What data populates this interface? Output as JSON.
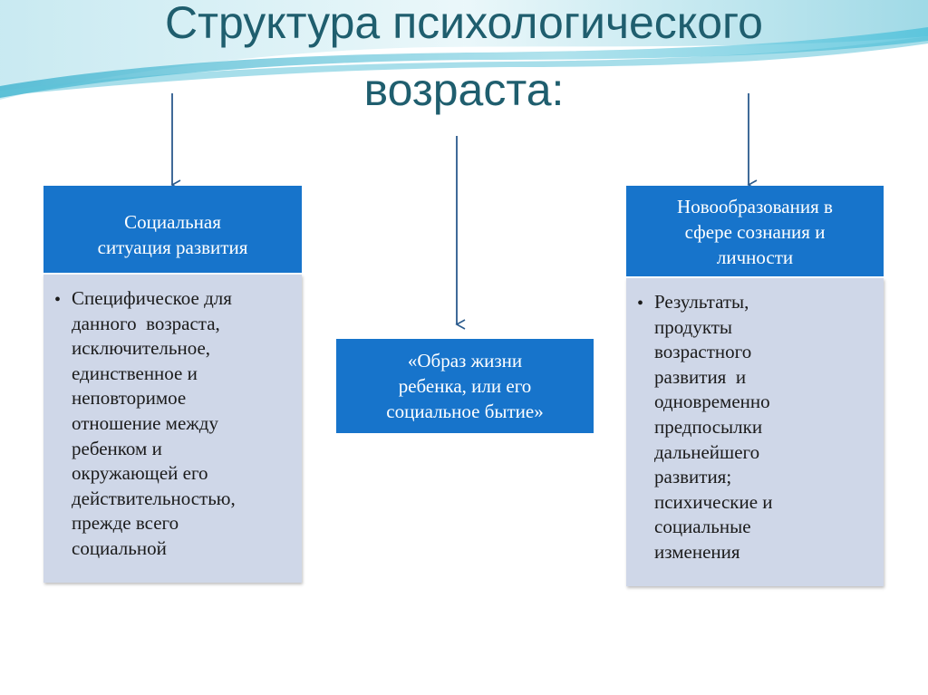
{
  "title": {
    "line1": "Структура психологического",
    "line2": "возраста:"
  },
  "colors": {
    "title": "#1f5e6e",
    "box_fill": "#1774cb",
    "panel_fill": "#cfd7e8",
    "arrow": "#2a5a8c"
  },
  "left": {
    "header": [
      "Социальная",
      "ситуация развития"
    ],
    "bullet": "•",
    "body": [
      "Специфическое для",
      "данного  возраста,",
      "исключительное,",
      "единственное и",
      "неповторимое",
      "отношение между",
      "ребенком и",
      "окружающей его",
      "действительностью,",
      "прежде всего",
      "социальной"
    ]
  },
  "center": {
    "header": [
      "«Образ жизни",
      "ребенка, или его",
      "социальное бытие»"
    ]
  },
  "right": {
    "header": [
      "Новообразования в",
      "сфере сознания и",
      "личности"
    ],
    "bullet": "•",
    "body": [
      "Результаты,",
      "продукты",
      "возрастного",
      "развития  и",
      "одновременно",
      "предпосылки",
      "дальнейшего",
      "развития;",
      "психические и",
      "социальные",
      "изменения"
    ]
  }
}
